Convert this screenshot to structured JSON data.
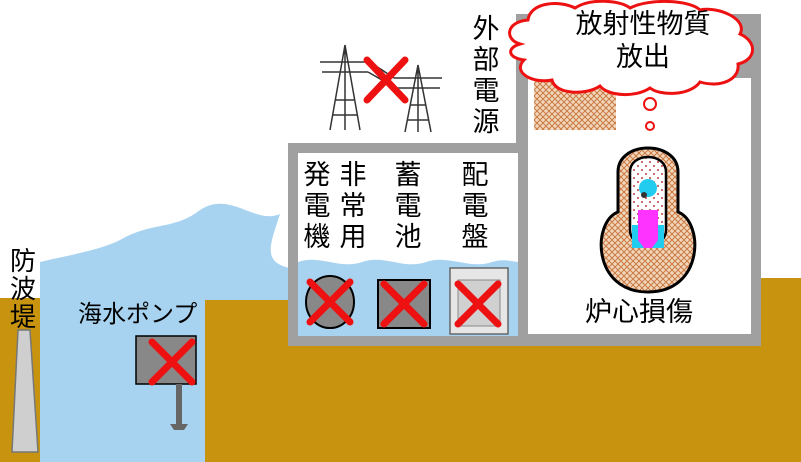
{
  "labels": {
    "seawall": "防波堤",
    "seawater_pump": "海水ポンプ",
    "external_power": "外部電源",
    "emergency_generator_col1": "発電機",
    "emergency_generator_col2": "非常用",
    "battery": "蓄電池",
    "switchboard": "配電盤",
    "core_damage": "炉心損傷",
    "release_line1": "放射性物質",
    "release_line2": "放出"
  },
  "colors": {
    "sea": "#a8d3f0",
    "ground": "#c89410",
    "building": "#a0a0a0",
    "cross": "#ee1111",
    "fuel_pattern": "#e8b48a",
    "core_debris": "#ff33ff",
    "water_cyan": "#22ccee"
  },
  "icons": [
    "pylon-icon",
    "generator-icon",
    "battery-icon",
    "switchboard-icon",
    "pump-icon",
    "cross-mark-icon",
    "cloud-icon"
  ]
}
